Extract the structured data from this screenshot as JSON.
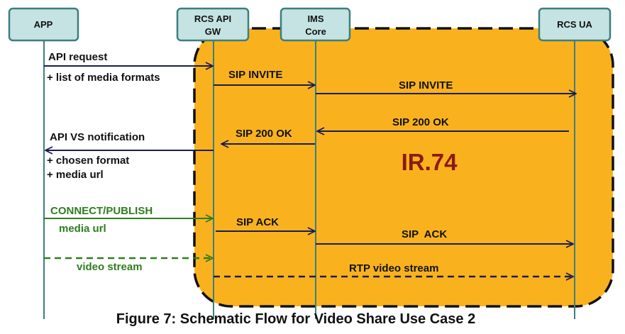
{
  "diagram": {
    "actors": [
      {
        "id": "app",
        "line1": "APP",
        "line2": ""
      },
      {
        "id": "gw",
        "line1": "RCS API",
        "line2": "GW"
      },
      {
        "id": "ims",
        "line1": "IMS",
        "line2": "Core"
      },
      {
        "id": "ua",
        "line1": "RCS UA",
        "line2": ""
      }
    ],
    "region_label": "IR.74",
    "messages": {
      "api_request": "API request",
      "media_formats": "+ list of media formats",
      "sip_invite_1": "SIP INVITE",
      "sip_invite_2": "SIP INVITE",
      "sip_200_ok_1": "SIP 200 OK",
      "sip_200_ok_2": "SIP 200 OK",
      "api_vs_notification": "API VS notification",
      "chosen_format": "+ chosen format",
      "media_url_1": "+ media url",
      "connect_publish": "CONNECT/PUBLISH",
      "media_url_2": "media url",
      "sip_ack_1": "SIP ACK",
      "sip_ack_2": "SIP  ACK",
      "video_stream": "video stream",
      "rtp_video_stream": "RTP video stream"
    },
    "caption": "Figure 7: Schematic Flow for Video Share Use Case 2"
  },
  "colors": {
    "region_fill": "#F9B21E",
    "region_border": "#111111",
    "actor_fill": "#C5E3E3",
    "actor_border": "#3E7E7E",
    "lifeline": "#3E7E7E",
    "arrow_navy": "#1C1C4E",
    "arrow_green": "#2E7D1F",
    "region_label": "#8B1A10"
  }
}
